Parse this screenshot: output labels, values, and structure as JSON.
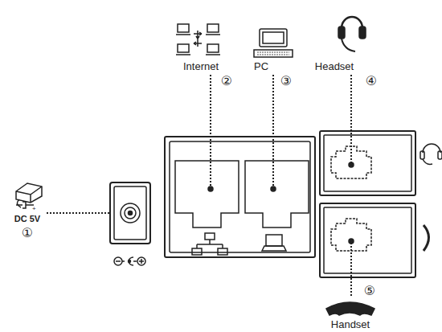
{
  "diagram": {
    "labels": [
      "Internet",
      "②",
      "PC",
      "③",
      "Headset",
      "④",
      "DC 5V",
      "①",
      "⑤",
      "Handset"
    ]
  }
}
